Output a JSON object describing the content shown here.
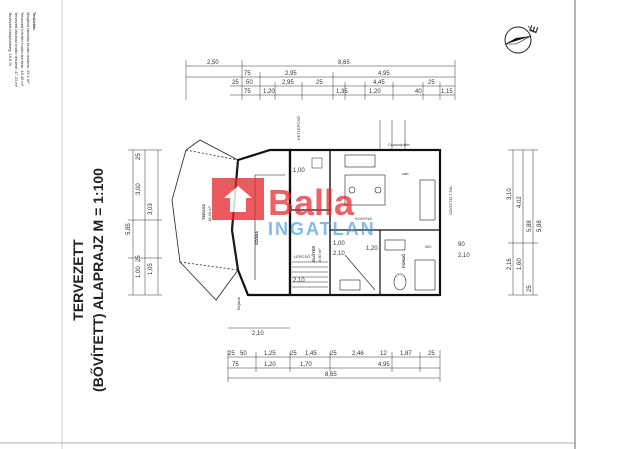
{
  "legend": {
    "heading": "Területek:",
    "lines": [
      "Meglévő lakóház bruttó területe: 25,1 m²",
      "Tervezett bővítés bruttó területe: 18,49 m²",
      "Tervezett lakóház bruttó területe: 47,33 m²",
      "Tervezett beépítettség: 15,8 %"
    ]
  },
  "title": {
    "line1": "TERVEZETT",
    "line2": "(BŐVÍTETT) ALAPRAJZ M = 1:100"
  },
  "north_label": "É",
  "dimensions": {
    "top_row1": [
      "2,50",
      "8,65"
    ],
    "top_row2": [
      "75",
      "2,95",
      "4,95"
    ],
    "top_row3": [
      "25",
      "50",
      "2,95",
      "25",
      "4,45",
      "25"
    ],
    "top_row4": [
      "75",
      "1,20",
      "1,35",
      "1,20",
      "40",
      "1,15"
    ],
    "bottom_row1": [
      "25",
      "50",
      "1,25",
      "25",
      "1,45",
      "25",
      "2,46",
      "12",
      "1,87",
      "25"
    ],
    "bottom_row2": [
      "75",
      "1,20",
      "1,70",
      "4,95"
    ],
    "bottom_row3": [
      "8,65"
    ],
    "left": [
      "25",
      "3,00",
      "3,03",
      "25",
      "1,00",
      "1,05",
      "5,85"
    ],
    "right": [
      "3,10",
      "4,02",
      "5,88",
      "5,88",
      "2,16",
      "1,60",
      "25"
    ],
    "inner": [
      "2,10",
      "1,00",
      "2,10",
      "1,00",
      "2,10",
      "1,20",
      "90",
      "2,10"
    ]
  },
  "rooms": {
    "terrace": "TERASZ",
    "terrace_area": "18,40 m²",
    "room_a": "SZOBA",
    "hall": "ELŐTÉR",
    "hall_area": "3,80 m²",
    "bath": "FÜRDŐ",
    "wc": "WC",
    "kitchen": "KONYHA",
    "stair": "LÉPCSŐ",
    "entry": "Bejárat"
  },
  "labels": {
    "ladder": "KETLEPCSŐ",
    "column": "Csúszópillér",
    "cab": "cab",
    "wall_note": "SZIGETELT FAL"
  },
  "watermark": {
    "brand": "Balla",
    "sub": "INGATLAN",
    "colors": {
      "primary": "#e4282e",
      "secondary": "#2f8fd6"
    }
  }
}
